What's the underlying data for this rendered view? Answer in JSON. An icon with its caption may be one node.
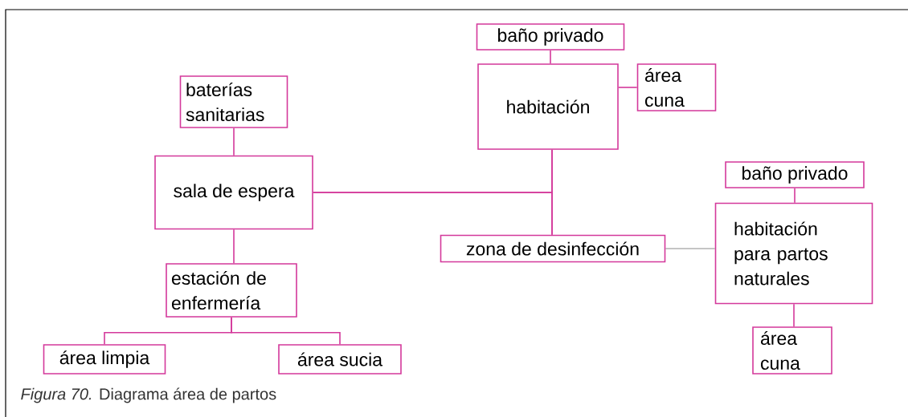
{
  "diagram": {
    "caption": "*Figura 70.* Diagrama área de partos",
    "nodes": [
      {
        "text": [
          "baño privado"
        ]
      },
      {
        "text": [
          "habitación"
        ]
      },
      {
        "text": [
          "área cuna"
        ]
      },
      {
        "text": [
          "baterías sanitarias"
        ]
      },
      {
        "text": [
          "sala de espera"
        ]
      },
      {
        "text": [
          "baño privado"
        ]
      },
      {
        "text": [
          "habitación para partos naturales"
        ]
      },
      {
        "text": [
          "zona de desinfección"
        ]
      },
      {
        "text": [
          "estación de enfermería"
        ]
      },
      {
        "text": [
          "área limpia"
        ]
      },
      {
        "text": [
          "área sucia"
        ]
      },
      {
        "text": [
          "área cuna"
        ]
      }
    ],
    "edges": [
      {
        "from": 0,
        "to": 1,
        "arrow": "none"
      },
      {
        "from": 1,
        "to": 2,
        "arrow": "none"
      },
      {
        "from": 1,
        "to": 7,
        "arrow": "none"
      },
      {
        "from": 4,
        "to": 1,
        "arrow": "none"
      },
      {
        "from": 4,
        "to": 7,
        "arrow": "none"
      },
      {
        "from": 7,
        "to": 6,
        "arrow": "none",
        "color": "#8c8c8c"
      },
      {
        "from": 3,
        "to": 4,
        "arrow": "none"
      },
      {
        "from": 4,
        "to": 8,
        "arrow": "none"
      },
      {
        "from": 8,
        "to": 9,
        "arrow": "none"
      },
      {
        "from": 8,
        "to": 10,
        "arrow": "none"
      },
      {
        "from": 5,
        "to": 6,
        "arrow": "none"
      },
      {
        "from": 6,
        "to": 11,
        "arrow": "none"
      }
    ]
  }
}
